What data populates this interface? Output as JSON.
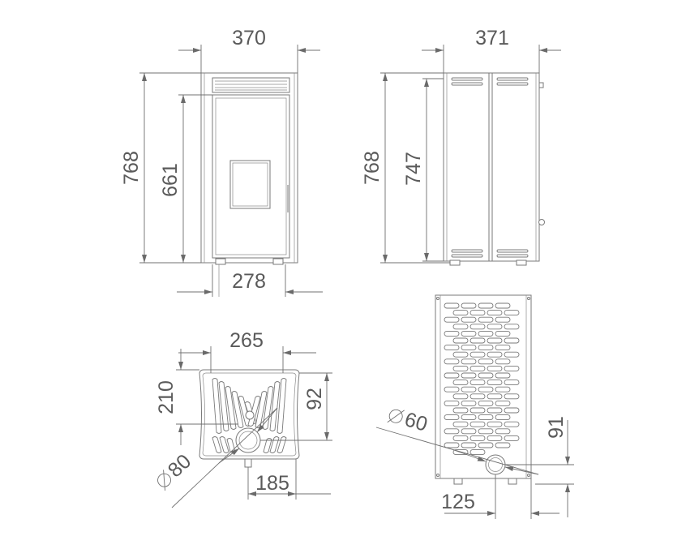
{
  "dimensions": {
    "front_width": "370",
    "side_depth": "371",
    "front_height": "768",
    "front_door_height": "661",
    "front_base_width": "278",
    "side_height": "768",
    "side_panel_height": "747",
    "top_width": "265",
    "top_depth": "210",
    "top_outlet_offset": "92",
    "top_outlet_diameter": "80",
    "top_outlet_x": "185",
    "back_inlet_diameter": "60",
    "back_inlet_height": "91",
    "back_inlet_x": "125"
  }
}
